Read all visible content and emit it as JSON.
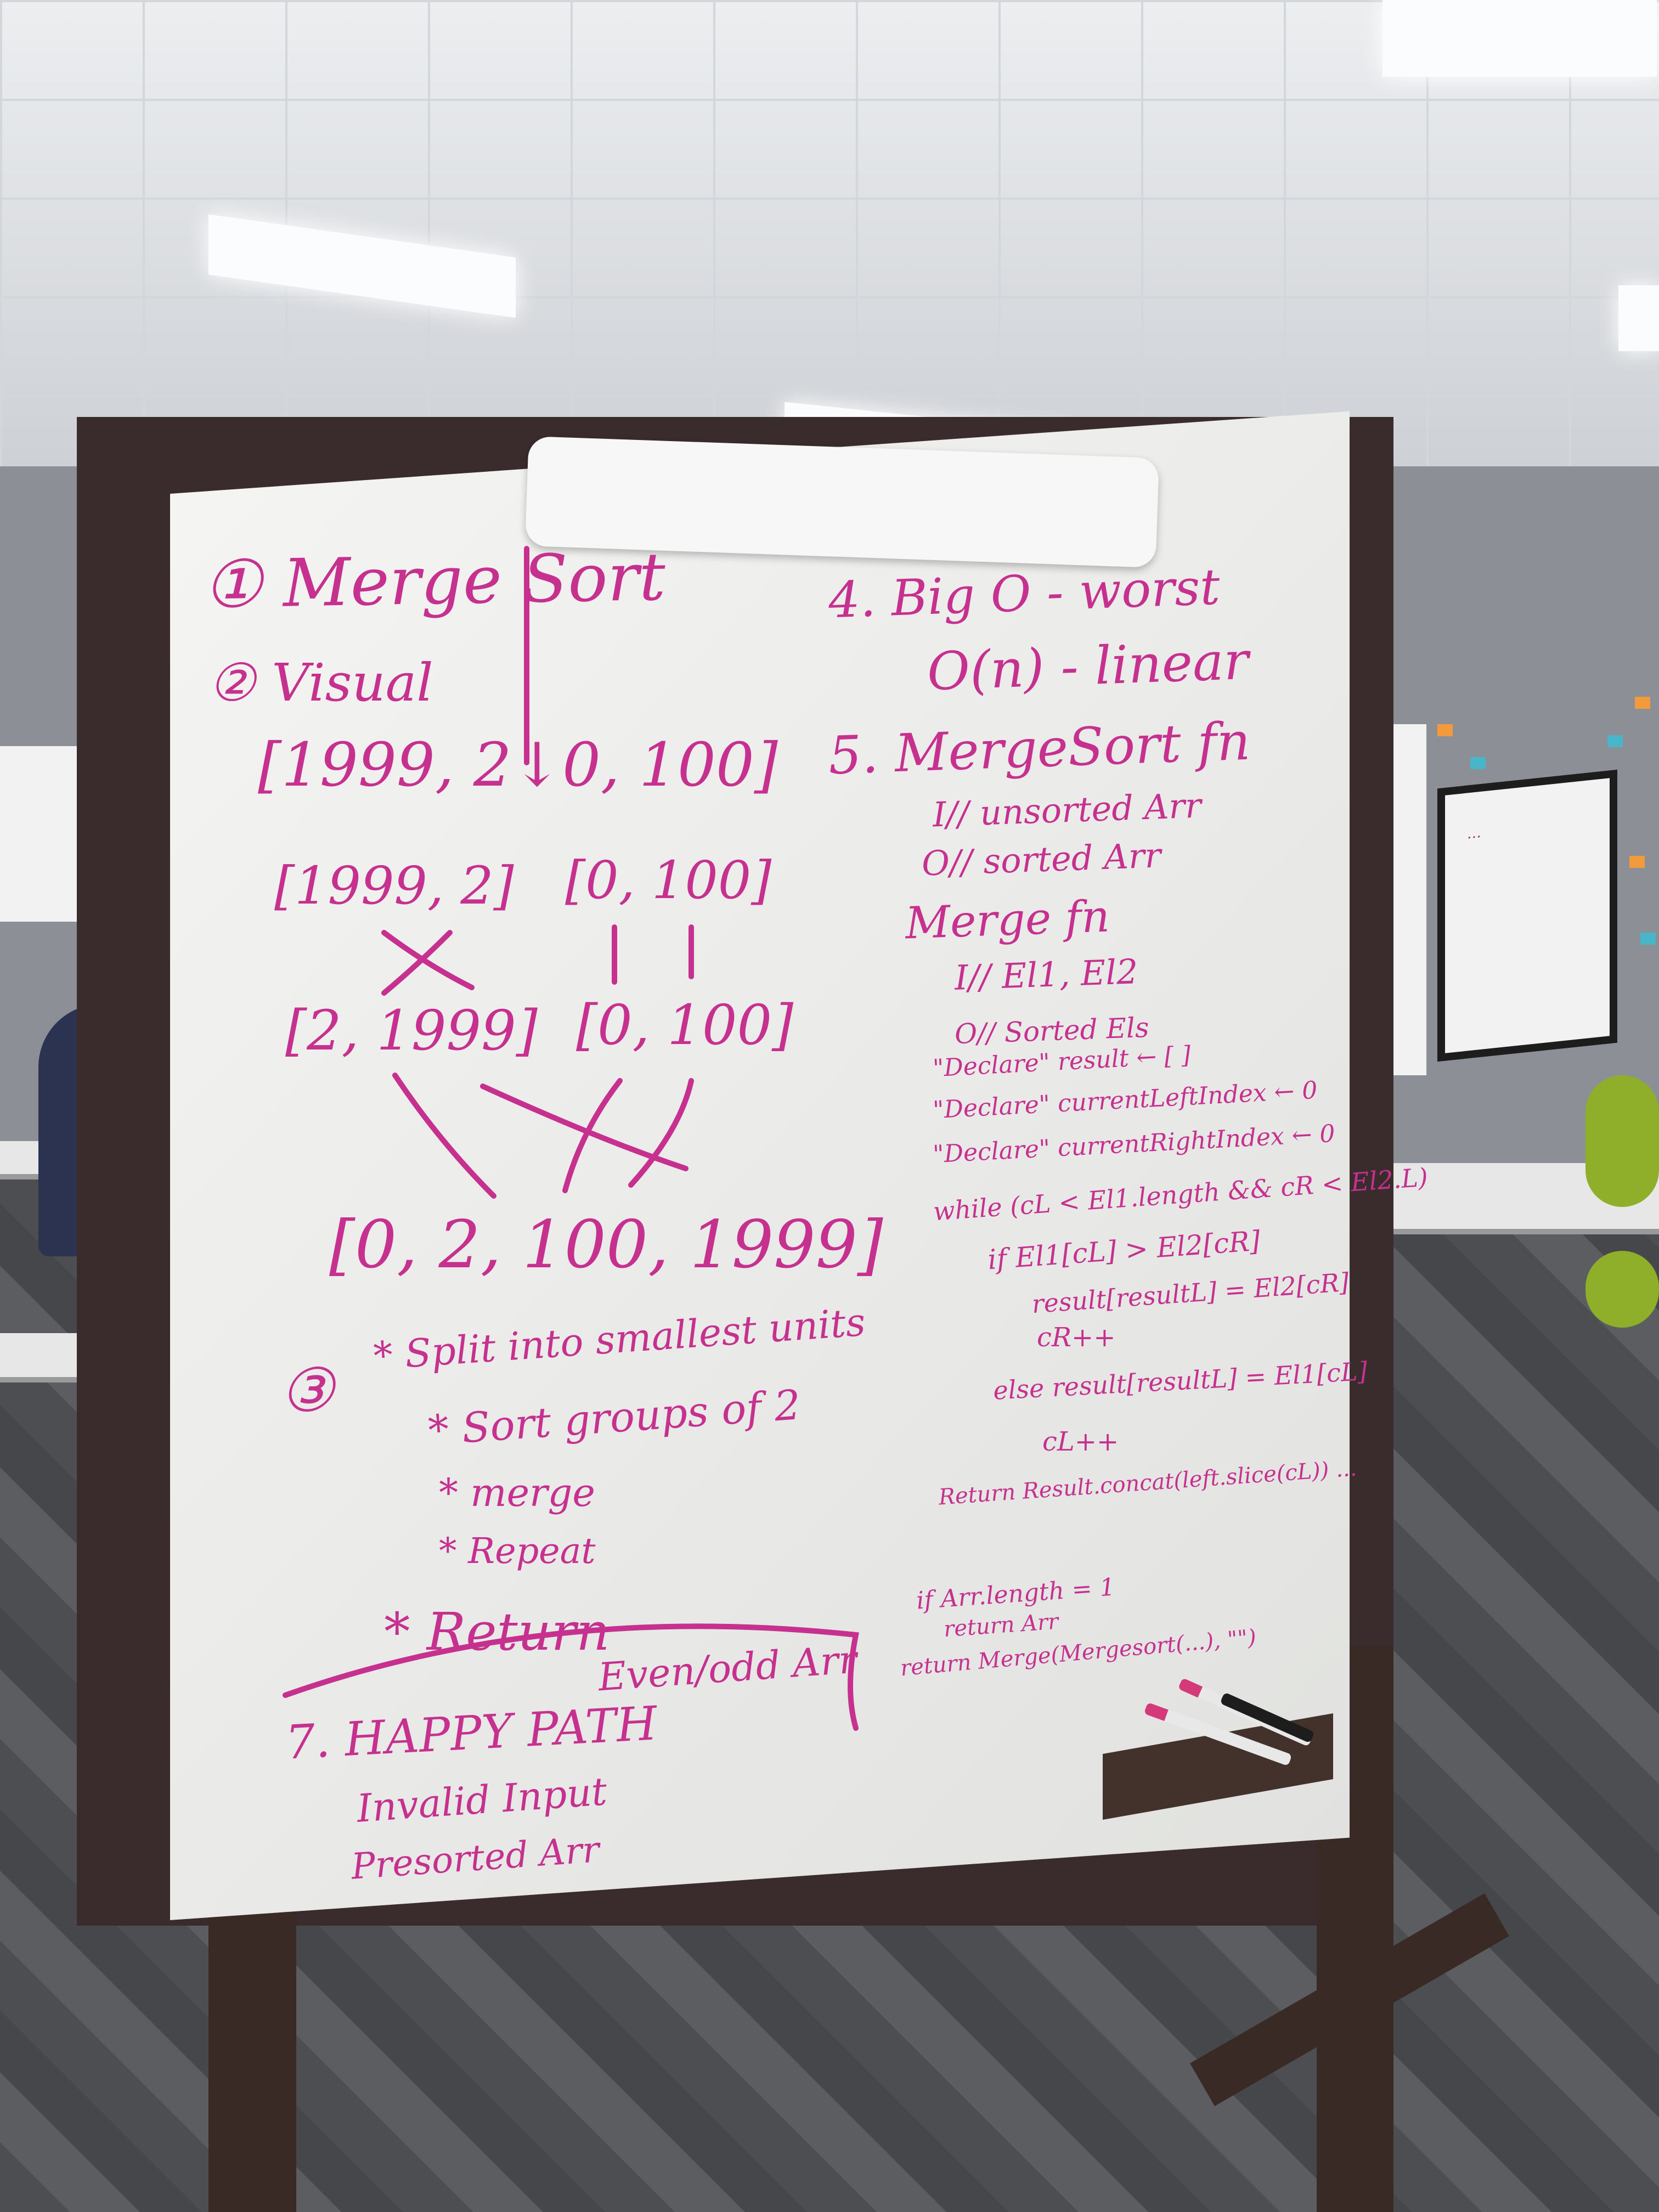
{
  "board": {
    "title": "① Merge Sort",
    "visual": "② Visual",
    "array_initial": "[1999, 2↓0, 100]",
    "split_left": "[1999, 2]",
    "split_right": "[0, 100]",
    "sorted_left": "[2, 1999]",
    "sorted_right": "[0, 100]",
    "merged": "[0, 2, 100, 1999]",
    "steps_num": "③",
    "step1": "* Split into smallest units",
    "step2": "* Sort groups of 2",
    "step3": "* merge",
    "step4": "* Repeat",
    "step5": "* Return",
    "happy_path": "7. HAPPY PATH",
    "even_odd": "Even/odd Arr",
    "invalid": "Invalid Input",
    "presorted": "Presorted Arr",
    "bigo_head": "4. Big O - worst",
    "bigo_val": "O(n) - linear",
    "fn_head": "5. MergeSort fn",
    "fn_i": "I// unsorted Arr",
    "fn_o": "O// sorted Arr",
    "merge_fn": "Merge fn",
    "merge_i": "I// El1, El2",
    "merge_o": "O// Sorted Els",
    "declare1": "\"Declare\" result ← [ ]",
    "declare2": "\"Declare\" currentLeftIndex ← 0",
    "declare3": "\"Declare\" currentRightIndex ← 0",
    "while": "while (cL < El1.length && cR < El2.L)",
    "if": "if El1[cL] > El2[cR]",
    "result_r": "result[resultL] = El2[cR]",
    "cr_inc": "cR++",
    "else": "else result[resultL] = El1[cL]",
    "cl_inc": "cL++",
    "return_concat": "Return Result.concat(left.slice(cL)) ...",
    "if_len": "if Arr.length = 1",
    "return_arr": "return Arr",
    "return_merge": "return Merge(Mergesort(...), \"\")"
  },
  "colors": {
    "ink": "#c6308f",
    "frame": "#3a2c2c",
    "board": "#efefed"
  }
}
